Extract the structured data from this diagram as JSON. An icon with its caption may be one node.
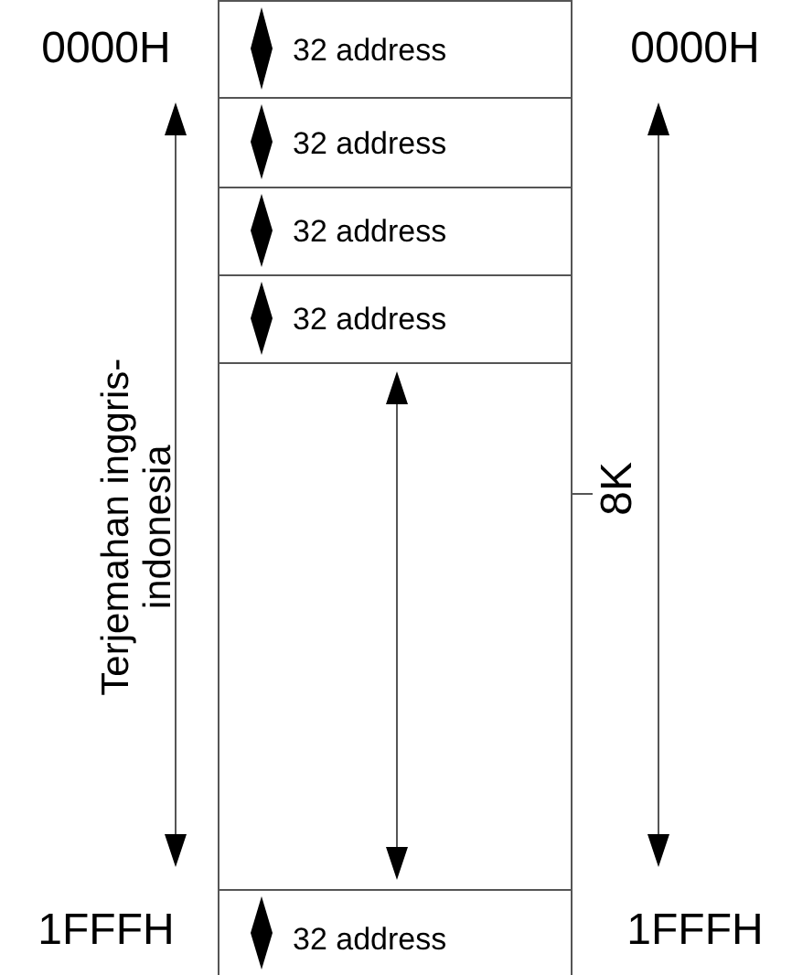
{
  "diagram": {
    "nodes": [
      {
        "text": [
          "32 address"
        ]
      },
      {
        "text": [
          "32 address"
        ]
      },
      {
        "text": [
          "32 address"
        ]
      },
      {
        "text": [
          "32 address"
        ]
      },
      {
        "text": [],
        "shape": "box"
      },
      {
        "text": [
          "32 address"
        ]
      }
    ],
    "labels": [
      "0000H",
      "0000H",
      "Terjemahan inggris-indonesia",
      "8K",
      "1FFFH",
      "1FFFH"
    ]
  }
}
